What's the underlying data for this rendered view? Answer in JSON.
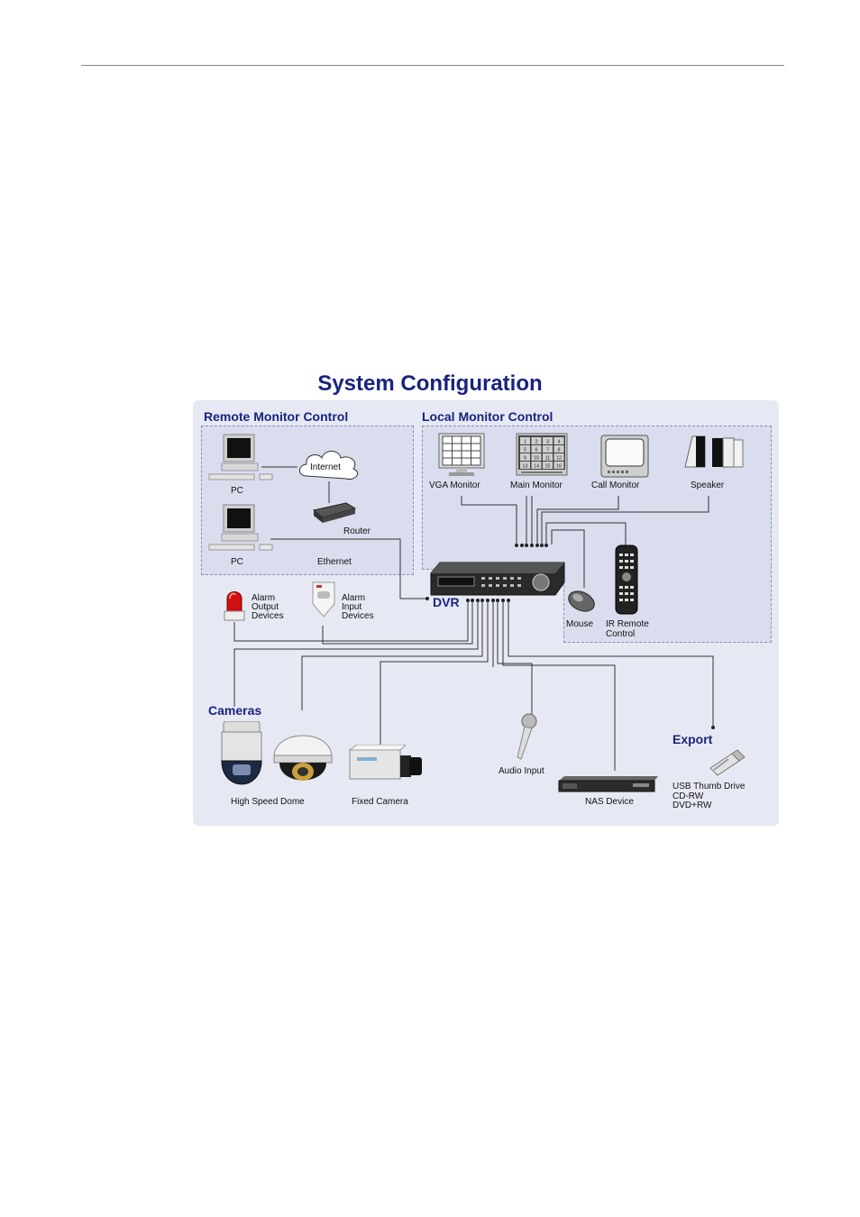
{
  "title": "System Configuration",
  "sections": {
    "remote": "Remote Monitor Control",
    "local": "Local Monitor Control",
    "cameras": "Cameras",
    "export": "Export"
  },
  "labels": {
    "internet": "Internet",
    "pc1": "PC",
    "pc2": "PC",
    "router": "Router",
    "ethernet": "Ethernet",
    "vga": "VGA Monitor",
    "main": "Main Monitor",
    "call": "Call Monitor",
    "speaker": "Speaker",
    "dvr": "DVR",
    "mouse": "Mouse",
    "ir1": "IR Remote",
    "ir2": "Control",
    "ao1": "Alarm",
    "ao2": "Output",
    "ao3": "Devices",
    "ai1": "Alarm",
    "ai2": "Input",
    "ai3": "Devices",
    "hsd": "High Speed Dome",
    "fixed": "Fixed Camera",
    "audio": "Audio Input",
    "nas": "NAS Device",
    "usb": "USB Thumb Drive",
    "cdrw": "CD-RW",
    "dvdrw": "DVD+RW"
  },
  "main_monitor_grid": [
    "1",
    "2",
    "3",
    "4",
    "5",
    "6",
    "7",
    "8",
    "9",
    "10",
    "11",
    "12",
    "13",
    "14",
    "15",
    "16"
  ]
}
